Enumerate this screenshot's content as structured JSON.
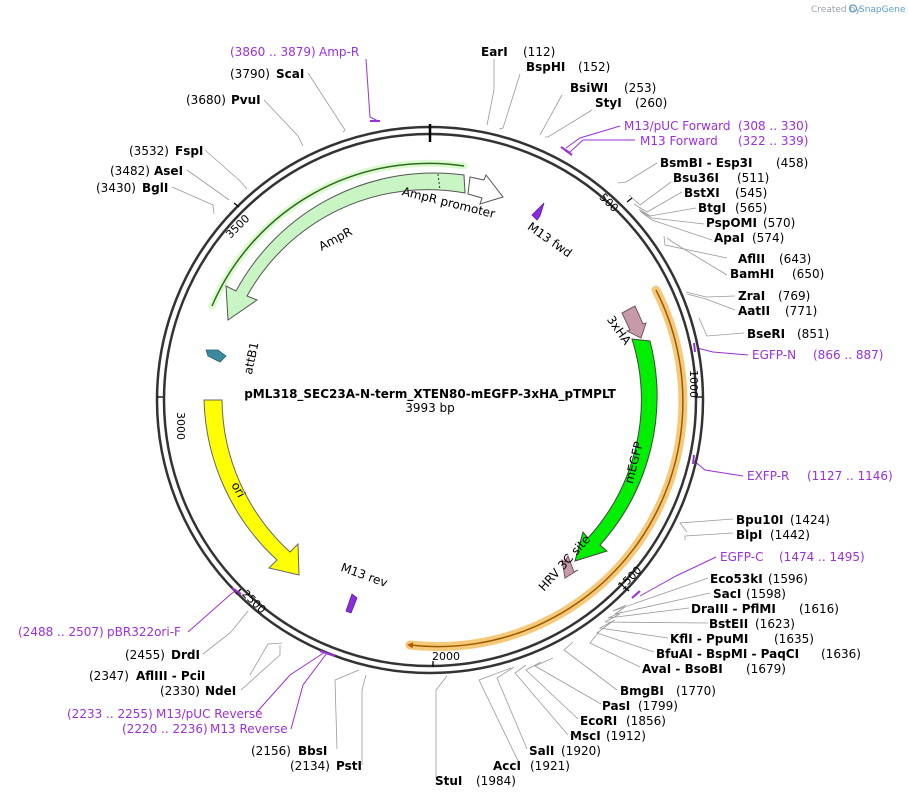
{
  "credit": {
    "prefix": "Created by",
    "brand": "SnapGene"
  },
  "plasmid": {
    "name": "pML318_SEC23A-N-term_XTEN80-mEGFP-3xHA_pTMPLT",
    "size_label": "3993 bp",
    "length": 3993
  },
  "ticks": [
    "500",
    "1000",
    "1500",
    "2000",
    "2500",
    "3000",
    "3500"
  ],
  "features": {
    "ampr_promoter": "AmpR promoter",
    "ampr": "AmpR",
    "m13_fwd": "M13 fwd",
    "attb1": "attB1",
    "ori": "ori",
    "m13_rev": "M13 rev",
    "three_xha": "3xHA",
    "megfp": "mEGFP",
    "hrv": "HRV 3C site"
  },
  "sites": [
    {
      "name": "EarI",
      "pos": "(112)"
    },
    {
      "name": "BspHI",
      "pos": "(152)"
    },
    {
      "name": "BsiWI",
      "pos": "(253)"
    },
    {
      "name": "StyI",
      "pos": "(260)"
    },
    {
      "name": "BsmBI - Esp3I",
      "pos": "(458)"
    },
    {
      "name": "Bsu36I",
      "pos": "(511)"
    },
    {
      "name": "BstXI",
      "pos": "(545)"
    },
    {
      "name": "BtgI",
      "pos": "(565)"
    },
    {
      "name": "PspOMI",
      "pos": "(570)"
    },
    {
      "name": "ApaI",
      "pos": "(574)"
    },
    {
      "name": "AflII",
      "pos": "(643)"
    },
    {
      "name": "BamHI",
      "pos": "(650)"
    },
    {
      "name": "ZraI",
      "pos": "(769)"
    },
    {
      "name": "AatII",
      "pos": "(771)"
    },
    {
      "name": "BseRI",
      "pos": "(851)"
    },
    {
      "name": "Bpu10I",
      "pos": "(1424)"
    },
    {
      "name": "BlpI",
      "pos": "(1442)"
    },
    {
      "name": "Eco53kI",
      "pos": "(1596)"
    },
    {
      "name": "SacI",
      "pos": "(1598)"
    },
    {
      "name": "DraIII - PflMI",
      "pos": "(1616)"
    },
    {
      "name": "BstEII",
      "pos": "(1623)"
    },
    {
      "name": "KflI - PpuMI",
      "pos": "(1635)"
    },
    {
      "name": "BfuAI - BspMI - PaqCI",
      "pos": "(1636)"
    },
    {
      "name": "AvaI - BsoBI",
      "pos": "(1679)"
    },
    {
      "name": "BmgBI",
      "pos": "(1770)"
    },
    {
      "name": "PasI",
      "pos": "(1799)"
    },
    {
      "name": "EcoRI",
      "pos": "(1856)"
    },
    {
      "name": "MscI",
      "pos": "(1912)"
    },
    {
      "name": "SalI",
      "pos": "(1920)"
    },
    {
      "name": "AccI",
      "pos": "(1921)"
    },
    {
      "name": "StuI",
      "pos": "(1984)"
    },
    {
      "name": "PstI",
      "pos": "(2134)"
    },
    {
      "name": "BbsI",
      "pos": "(2156)"
    },
    {
      "name": "NdeI",
      "pos": "(2330)"
    },
    {
      "name": "AflIII - PciI",
      "pos": "(2347)"
    },
    {
      "name": "DrdI",
      "pos": "(2455)"
    },
    {
      "name": "BglI",
      "pos": "(3430)"
    },
    {
      "name": "AseI",
      "pos": "(3482)"
    },
    {
      "name": "FspI",
      "pos": "(3532)"
    },
    {
      "name": "PvuI",
      "pos": "(3680)"
    },
    {
      "name": "ScaI",
      "pos": "(3790)"
    }
  ],
  "primers": [
    {
      "name": "Amp-R",
      "range": "(3860 .. 3879)"
    },
    {
      "name": "M13/pUC Forward",
      "range": "(308 .. 330)"
    },
    {
      "name": "M13 Forward",
      "range": "(322 .. 339)"
    },
    {
      "name": "EGFP-N",
      "range": "(866 .. 887)"
    },
    {
      "name": "EXFP-R",
      "range": "(1127 .. 1146)"
    },
    {
      "name": "EGFP-C",
      "range": "(1474 .. 1495)"
    },
    {
      "name": "pBR322ori-F",
      "range": "(2488 .. 2507)"
    },
    {
      "name": "M13/pUC Reverse",
      "range": "(2233 .. 2255)"
    },
    {
      "name": "M13 Reverse",
      "range": "(2220 .. 2236)"
    }
  ],
  "colors": {
    "ampr": "#c9f5c4",
    "ampr_promoter": "#ffffff",
    "megfp": "#00ee00",
    "ori": "#ffff00",
    "three_xha": "#c79aa9",
    "hrv": "#c79aa9",
    "attb1": "#3b8aa0",
    "m13": "#8a2be2",
    "primer": "#9b30d9",
    "insert_highlight": "#f6c97a"
  }
}
